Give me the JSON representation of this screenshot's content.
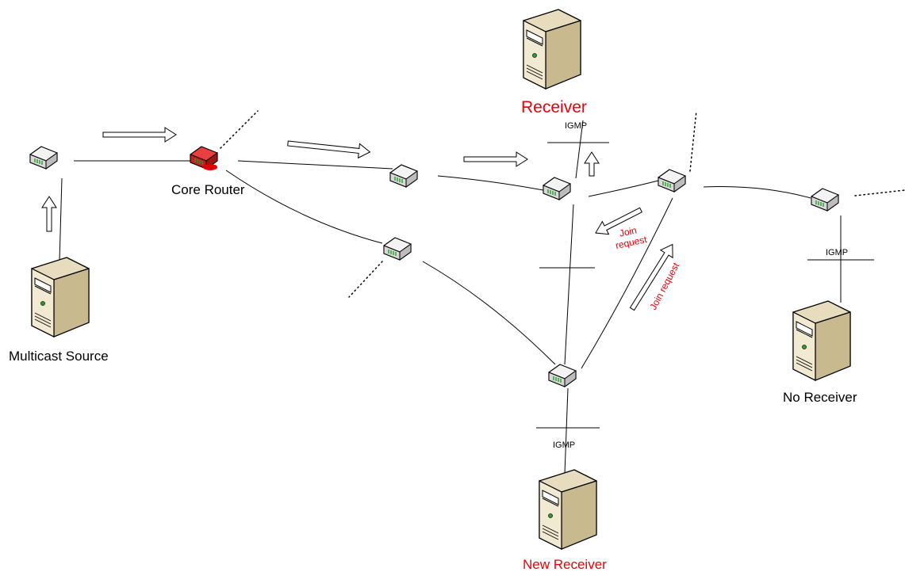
{
  "labels": {
    "multicast_source": "Multicast Source",
    "core_router": "Core Router",
    "receiver": "Receiver",
    "new_receiver": "New Receiver",
    "no_receiver": "No Receiver",
    "igmp": "IGMP",
    "join_request_line1": "Join",
    "join_request_line2": "request",
    "join_request": "Join request"
  },
  "colors": {
    "highlight": "#e8000b",
    "core_router_fill": "#e03030",
    "router_fill": "#eeeeee",
    "server_fill": "#e2d5b4"
  },
  "icons": {
    "router": "router-icon",
    "core_router": "core-router-icon",
    "server": "server-icon"
  }
}
